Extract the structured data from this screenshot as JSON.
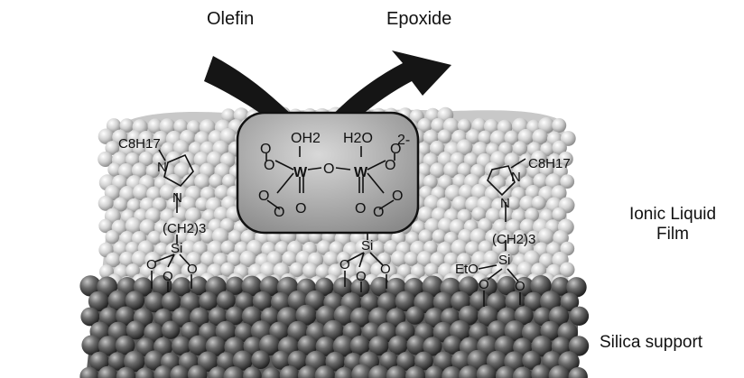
{
  "labels": {
    "olefin": "Olefin",
    "epoxide": "Epoxide",
    "ionic_liquid_film": "Ionic Liquid Film",
    "silica_support": "Silica support"
  },
  "complex": {
    "charge": "2-",
    "metal": "W",
    "bridge": "O",
    "ligands": {
      "left_water": "OH2",
      "right_water": "H2O",
      "peroxo": "O",
      "oxo": "O"
    }
  },
  "tethers": {
    "left": {
      "chain": "C8H17",
      "n_atom": "N",
      "linker": "(CH2)3",
      "silicon": "Si",
      "oxygen": "O"
    },
    "middle": {
      "silicon": "Si",
      "oxygen": "O"
    },
    "right": {
      "chain": "C8H17",
      "n_atom": "N",
      "linker": "(CH2)3",
      "silicon": "Si",
      "ethoxy": "EtO",
      "oxygen": "O"
    }
  },
  "colors": {
    "light_sphere": "#d2d2d2",
    "dark_sphere": "#5a5a5a",
    "complex_fill": "#9a9a9a",
    "arrow": "#151515"
  }
}
